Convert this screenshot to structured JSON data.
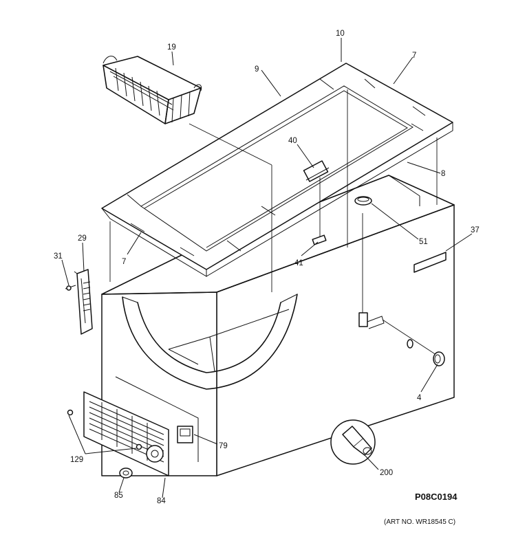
{
  "diagram": {
    "drawing_code": "P08C0194",
    "art_number": "(ART NO. WR18545 C)",
    "callouts": {
      "c10": "10",
      "c7a": "7",
      "c9": "9",
      "c19": "19",
      "c40": "40",
      "c8": "8",
      "c51": "51",
      "c37": "37",
      "c29": "29",
      "c31": "31",
      "c7b": "7",
      "c41": "41",
      "c4": "4",
      "c79": "79",
      "c129": "129",
      "c200": "200",
      "c85": "85",
      "c84": "84"
    }
  }
}
